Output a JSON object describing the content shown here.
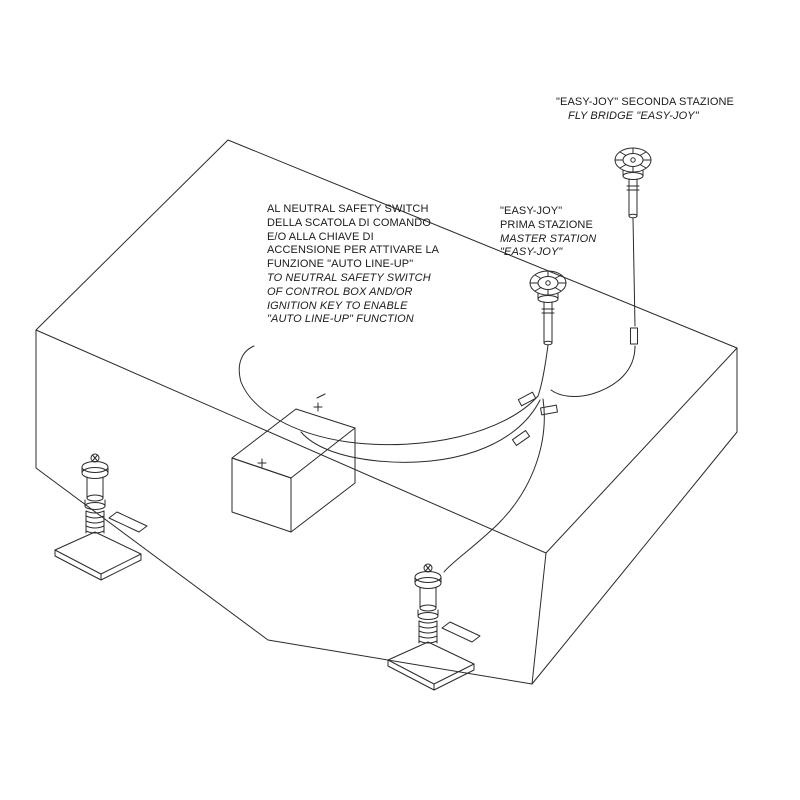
{
  "labels": {
    "secondary_station": {
      "line1": "\"EASY-JOY\" SECONDA STAZIONE",
      "line2": "FLY BRIDGE \"EASY-JOY\""
    },
    "primary_station": {
      "line1": "\"EASY-JOY\"",
      "line2": "PRIMA STAZIONE",
      "line3": "MASTER STATION",
      "line4": "\"EASY-JOY\""
    },
    "neutral_switch_note": {
      "it": [
        "AL NEUTRAL SAFETY SWITCH",
        "DELLA SCATOLA DI COMANDO",
        "E/O ALLA CHIAVE DI",
        "ACCENSIONE PER ATTIVARE LA",
        "FUNZIONE \"AUTO LINE-UP\""
      ],
      "en": [
        "TO NEUTRAL SAFETY SWITCH",
        "OF CONTROL BOX AND/OR",
        "IGNITION KEY TO ENABLE",
        "\"AUTO LINE-UP\" FUNCTION"
      ]
    }
  },
  "colors": {
    "line": "#2b2b2b",
    "background": "#ffffff"
  }
}
